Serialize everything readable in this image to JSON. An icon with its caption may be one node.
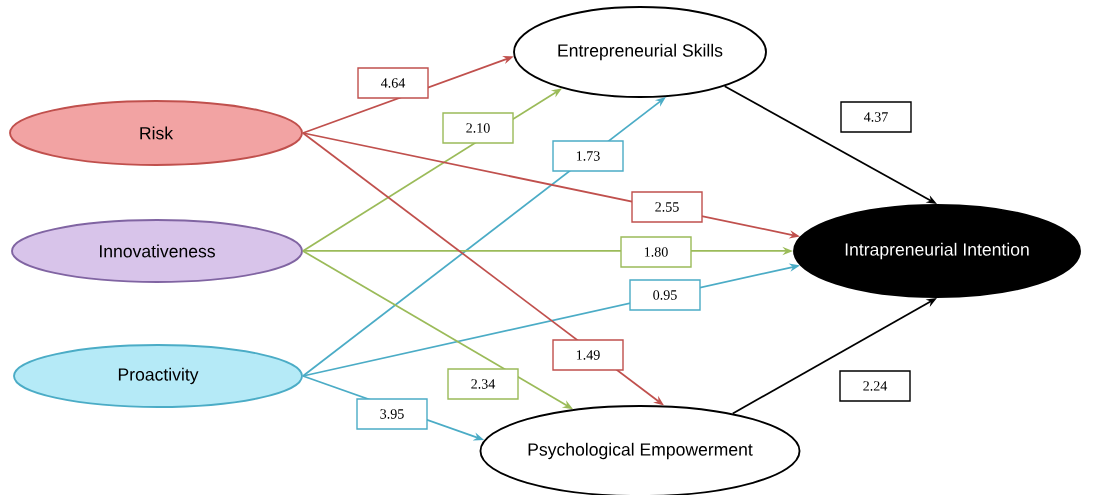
{
  "diagram": {
    "nodes": [
      {
        "text": [
          "Risk"
        ]
      },
      {
        "text": [
          "Innovativeness"
        ]
      },
      {
        "text": [
          "Proactivity"
        ]
      },
      {
        "text": [
          "Entrepreneurial Skills"
        ]
      },
      {
        "text": [
          "Intrapreneurial Intention"
        ]
      },
      {
        "text": [
          "Psychological Empowerment"
        ]
      }
    ],
    "edges": [
      {
        "from": 0,
        "to": 3,
        "arrow": "to",
        "label": "4.64",
        "color": "#c0504d"
      },
      {
        "from": 1,
        "to": 3,
        "arrow": "to",
        "label": "2.10",
        "color": "#9bbb59"
      },
      {
        "from": 2,
        "to": 3,
        "arrow": "to",
        "label": "1.73",
        "color": "#4bacc6"
      },
      {
        "from": 0,
        "to": 4,
        "arrow": "to",
        "label": "2.55",
        "color": "#c0504d"
      },
      {
        "from": 1,
        "to": 4,
        "arrow": "to",
        "label": "1.80",
        "color": "#9bbb59"
      },
      {
        "from": 2,
        "to": 4,
        "arrow": "to",
        "label": "0.95",
        "color": "#4bacc6"
      },
      {
        "from": 0,
        "to": 5,
        "arrow": "to",
        "label": "1.49",
        "color": "#c0504d"
      },
      {
        "from": 1,
        "to": 5,
        "arrow": "to",
        "label": "2.34",
        "color": "#9bbb59"
      },
      {
        "from": 2,
        "to": 5,
        "arrow": "to",
        "label": "3.95",
        "color": "#4bacc6"
      },
      {
        "from": 3,
        "to": 4,
        "arrow": "to",
        "label": "4.37",
        "color": "#000000"
      },
      {
        "from": 5,
        "to": 4,
        "arrow": "to",
        "label": "2.24",
        "color": "#000000"
      }
    ]
  }
}
